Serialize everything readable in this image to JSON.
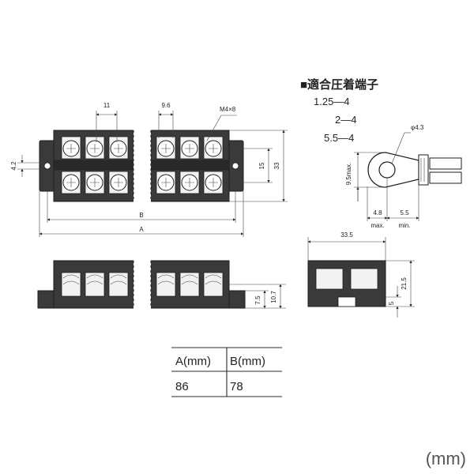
{
  "drawing": {
    "top_view": {
      "dim_pitch": "11",
      "dim_width": "9.6",
      "dim_screw": "M4×8",
      "dim_hole": "4.2",
      "dim_b": "B",
      "dim_a": "A",
      "dim_inner_height": "15",
      "dim_outer_height": "33"
    },
    "side_view": {
      "dim_7_5": "7.5",
      "dim_10_7": "10.7"
    },
    "end_view": {
      "dim_width": "33.5",
      "dim_height": "21.5",
      "dim_base": "5"
    },
    "terminal": {
      "heading": "■適合圧着端子",
      "sizes": [
        "1.25—4",
        "2—4",
        "5.5—4"
      ],
      "dim_diameter": "φ4.3",
      "dim_width": "9.5max.",
      "dim_front": "4.8",
      "dim_front_note": "max.",
      "dim_back": "5.5",
      "dim_back_note": "min."
    }
  },
  "dimension_table": {
    "headers": [
      "A(mm)",
      "B(mm)"
    ],
    "row": [
      "86",
      "78"
    ]
  },
  "unit_label": "(mm)"
}
